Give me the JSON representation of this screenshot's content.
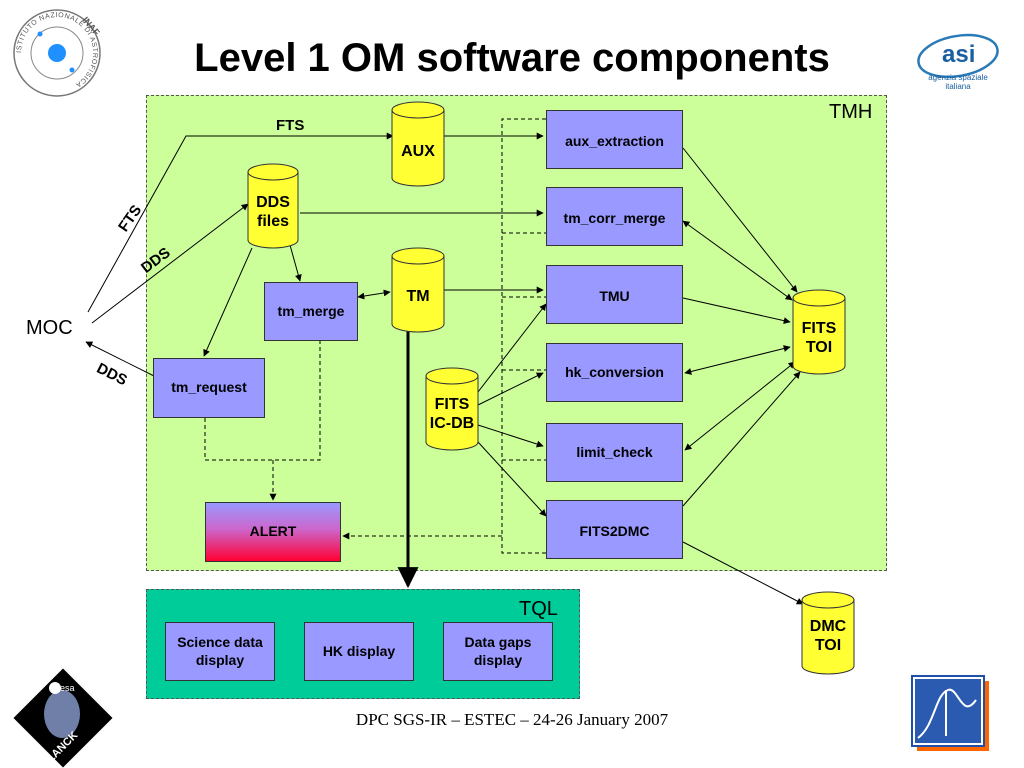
{
  "title": "Level 1 OM software components",
  "regions": {
    "tmh": "TMH",
    "tql": "TQL"
  },
  "external": {
    "moc": "MOC"
  },
  "link_labels": {
    "fts_top": "FTS",
    "fts_diag": "FTS",
    "dds_upper": "DDS",
    "dds_lower": "DDS"
  },
  "databases": {
    "aux": "AUX",
    "dds_files": [
      "DDS",
      "files"
    ],
    "tm": "TM",
    "fits_icdb": [
      "FITS",
      "IC-DB"
    ],
    "fits_toi": [
      "FITS",
      "TOI"
    ],
    "dmc_toi": [
      "DMC",
      "TOI"
    ]
  },
  "processes": {
    "aux_extraction": "aux_extraction",
    "tm_corr_merge": "tm_corr_merge",
    "tmu": "TMU",
    "hk_conversion": "hk_conversion",
    "limit_check": "limit_check",
    "fits2dmc": "FITS2DMC",
    "tm_merge": "tm_merge",
    "tm_request": "tm_request",
    "alert": "ALERT"
  },
  "tql_displays": {
    "science": [
      "Science data",
      "display"
    ],
    "hk": "HK display",
    "gaps": [
      "Data gaps",
      "display"
    ]
  },
  "logos": {
    "inaf_ring": "ISTITUTO NAZIONALE DI ASTROFISICA",
    "inaf": "INAF",
    "asi": "asi",
    "asi_sub": [
      "agenzia spaziale",
      "italiana"
    ],
    "esa": "esa",
    "planck": "PLANCK"
  },
  "footer": "DPC SGS-IR – ESTEC – 24-26 January 2007",
  "colors": {
    "tmh_bg": "#ccff99",
    "tql_bg": "#00cc99",
    "process": "#9999ff",
    "database": "#ffff33",
    "alert_bottom": "#ff0033"
  }
}
